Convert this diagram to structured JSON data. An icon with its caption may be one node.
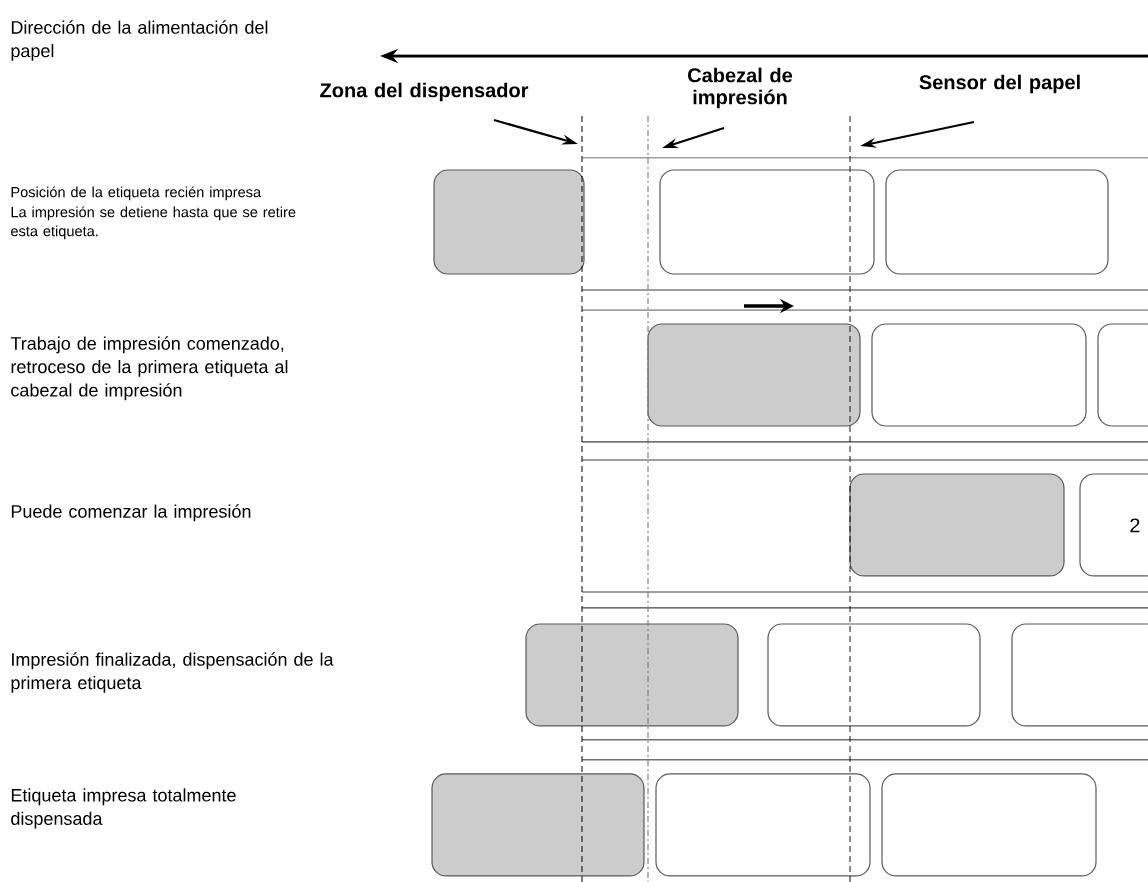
{
  "diagram": {
    "nodes": [
      {
        "text": [
          "Zona del dispensador"
        ]
      },
      {
        "text": [
          "Cabezal de impresión"
        ]
      },
      {
        "text": [
          "Sensor del papel"
        ]
      },
      {
        "text": [],
        "shape": "box"
      },
      {
        "text": [],
        "shape": "box"
      },
      {
        "text": [],
        "shape": "box"
      },
      {
        "text": [],
        "shape": "box"
      },
      {
        "text": [],
        "shape": "box"
      },
      {
        "text": [],
        "shape": "box"
      },
      {
        "text": [],
        "shape": "box"
      },
      {
        "text": [
          "2"
        ]
      },
      {
        "text": [],
        "shape": "box"
      },
      {
        "text": [],
        "shape": "box"
      },
      {
        "text": [],
        "shape": "box"
      },
      {
        "text": [],
        "shape": "box"
      },
      {
        "text": [],
        "shape": "box"
      },
      {
        "text": [],
        "shape": "box"
      }
    ],
    "edges": [
      {
        "from": 0,
        "to": null,
        "arrow": "to"
      },
      {
        "from": 1,
        "to": null,
        "arrow": "to"
      },
      {
        "from": 2,
        "to": null,
        "arrow": "to"
      }
    ],
    "labels": [
      "Dirección de la alimentación del papel",
      "Posición de la etiqueta recién impresa",
      "La impresión se detiene hasta que se retire esta etiqueta.",
      "Trabajo de impresión comenzado, retroceso de la primera etiqueta al cabezal de impresión",
      "Puede comenzar la impresión",
      "Impresión finalizada, dispensación de la primera etiqueta",
      "Etiqueta impresa totalmente dispensada"
    ]
  }
}
